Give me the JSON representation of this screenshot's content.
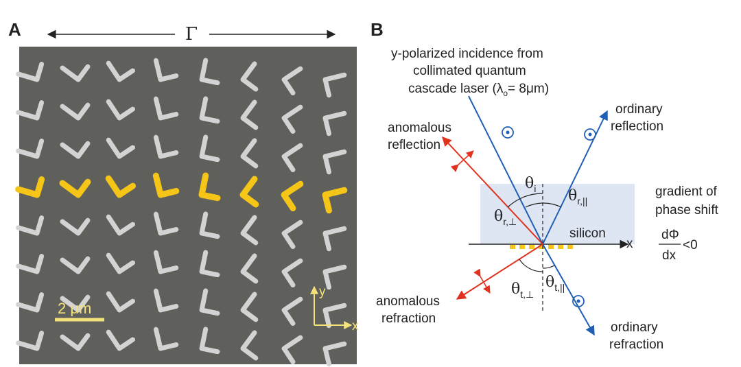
{
  "panel_a": {
    "letter": "A",
    "gamma_symbol": "Γ",
    "scale_bar_label": "2 μm",
    "axis_y_label": "y",
    "axis_x_label": "x",
    "colors": {
      "substrate": "#5f605c",
      "antenna": "#d3d3d3",
      "highlight": "#f5c518",
      "scale_bar": "#f3e27a"
    }
  },
  "panel_b": {
    "letter": "B",
    "incidence_line1": "y-polarized incidence from",
    "incidence_line2": "collimated quantum",
    "incidence_line3": "cascade laser (λ",
    "incidence_sub": "o",
    "incidence_tail": "= 8μm)",
    "ordinary_reflection_1": "ordinary",
    "ordinary_reflection_2": "reflection",
    "anomalous_reflection_1": "anomalous",
    "anomalous_reflection_2": "reflection",
    "anomalous_refraction_1": "anomalous",
    "anomalous_refraction_2": "refraction",
    "ordinary_refraction_1": "ordinary",
    "ordinary_refraction_2": "refraction",
    "silicon_label": "silicon",
    "x_axis_label": "x",
    "gradient_line1": "gradient of",
    "gradient_line2": "phase shift",
    "dphi": "dΦ",
    "dx": "dx",
    "lt_zero": "<0",
    "theta": "θ",
    "theta_i_sub": "i",
    "theta_r_par_sub": "r,||",
    "theta_r_perp_sub": "r,⊥",
    "theta_t_perp_sub": "t,⊥",
    "theta_t_par_sub": "t,||",
    "colors": {
      "ordinary_ray": "#1f5fb5",
      "anomalous_ray": "#e0321e",
      "silicon": "#dde6f2",
      "antenna_row": "#f5c518"
    }
  }
}
